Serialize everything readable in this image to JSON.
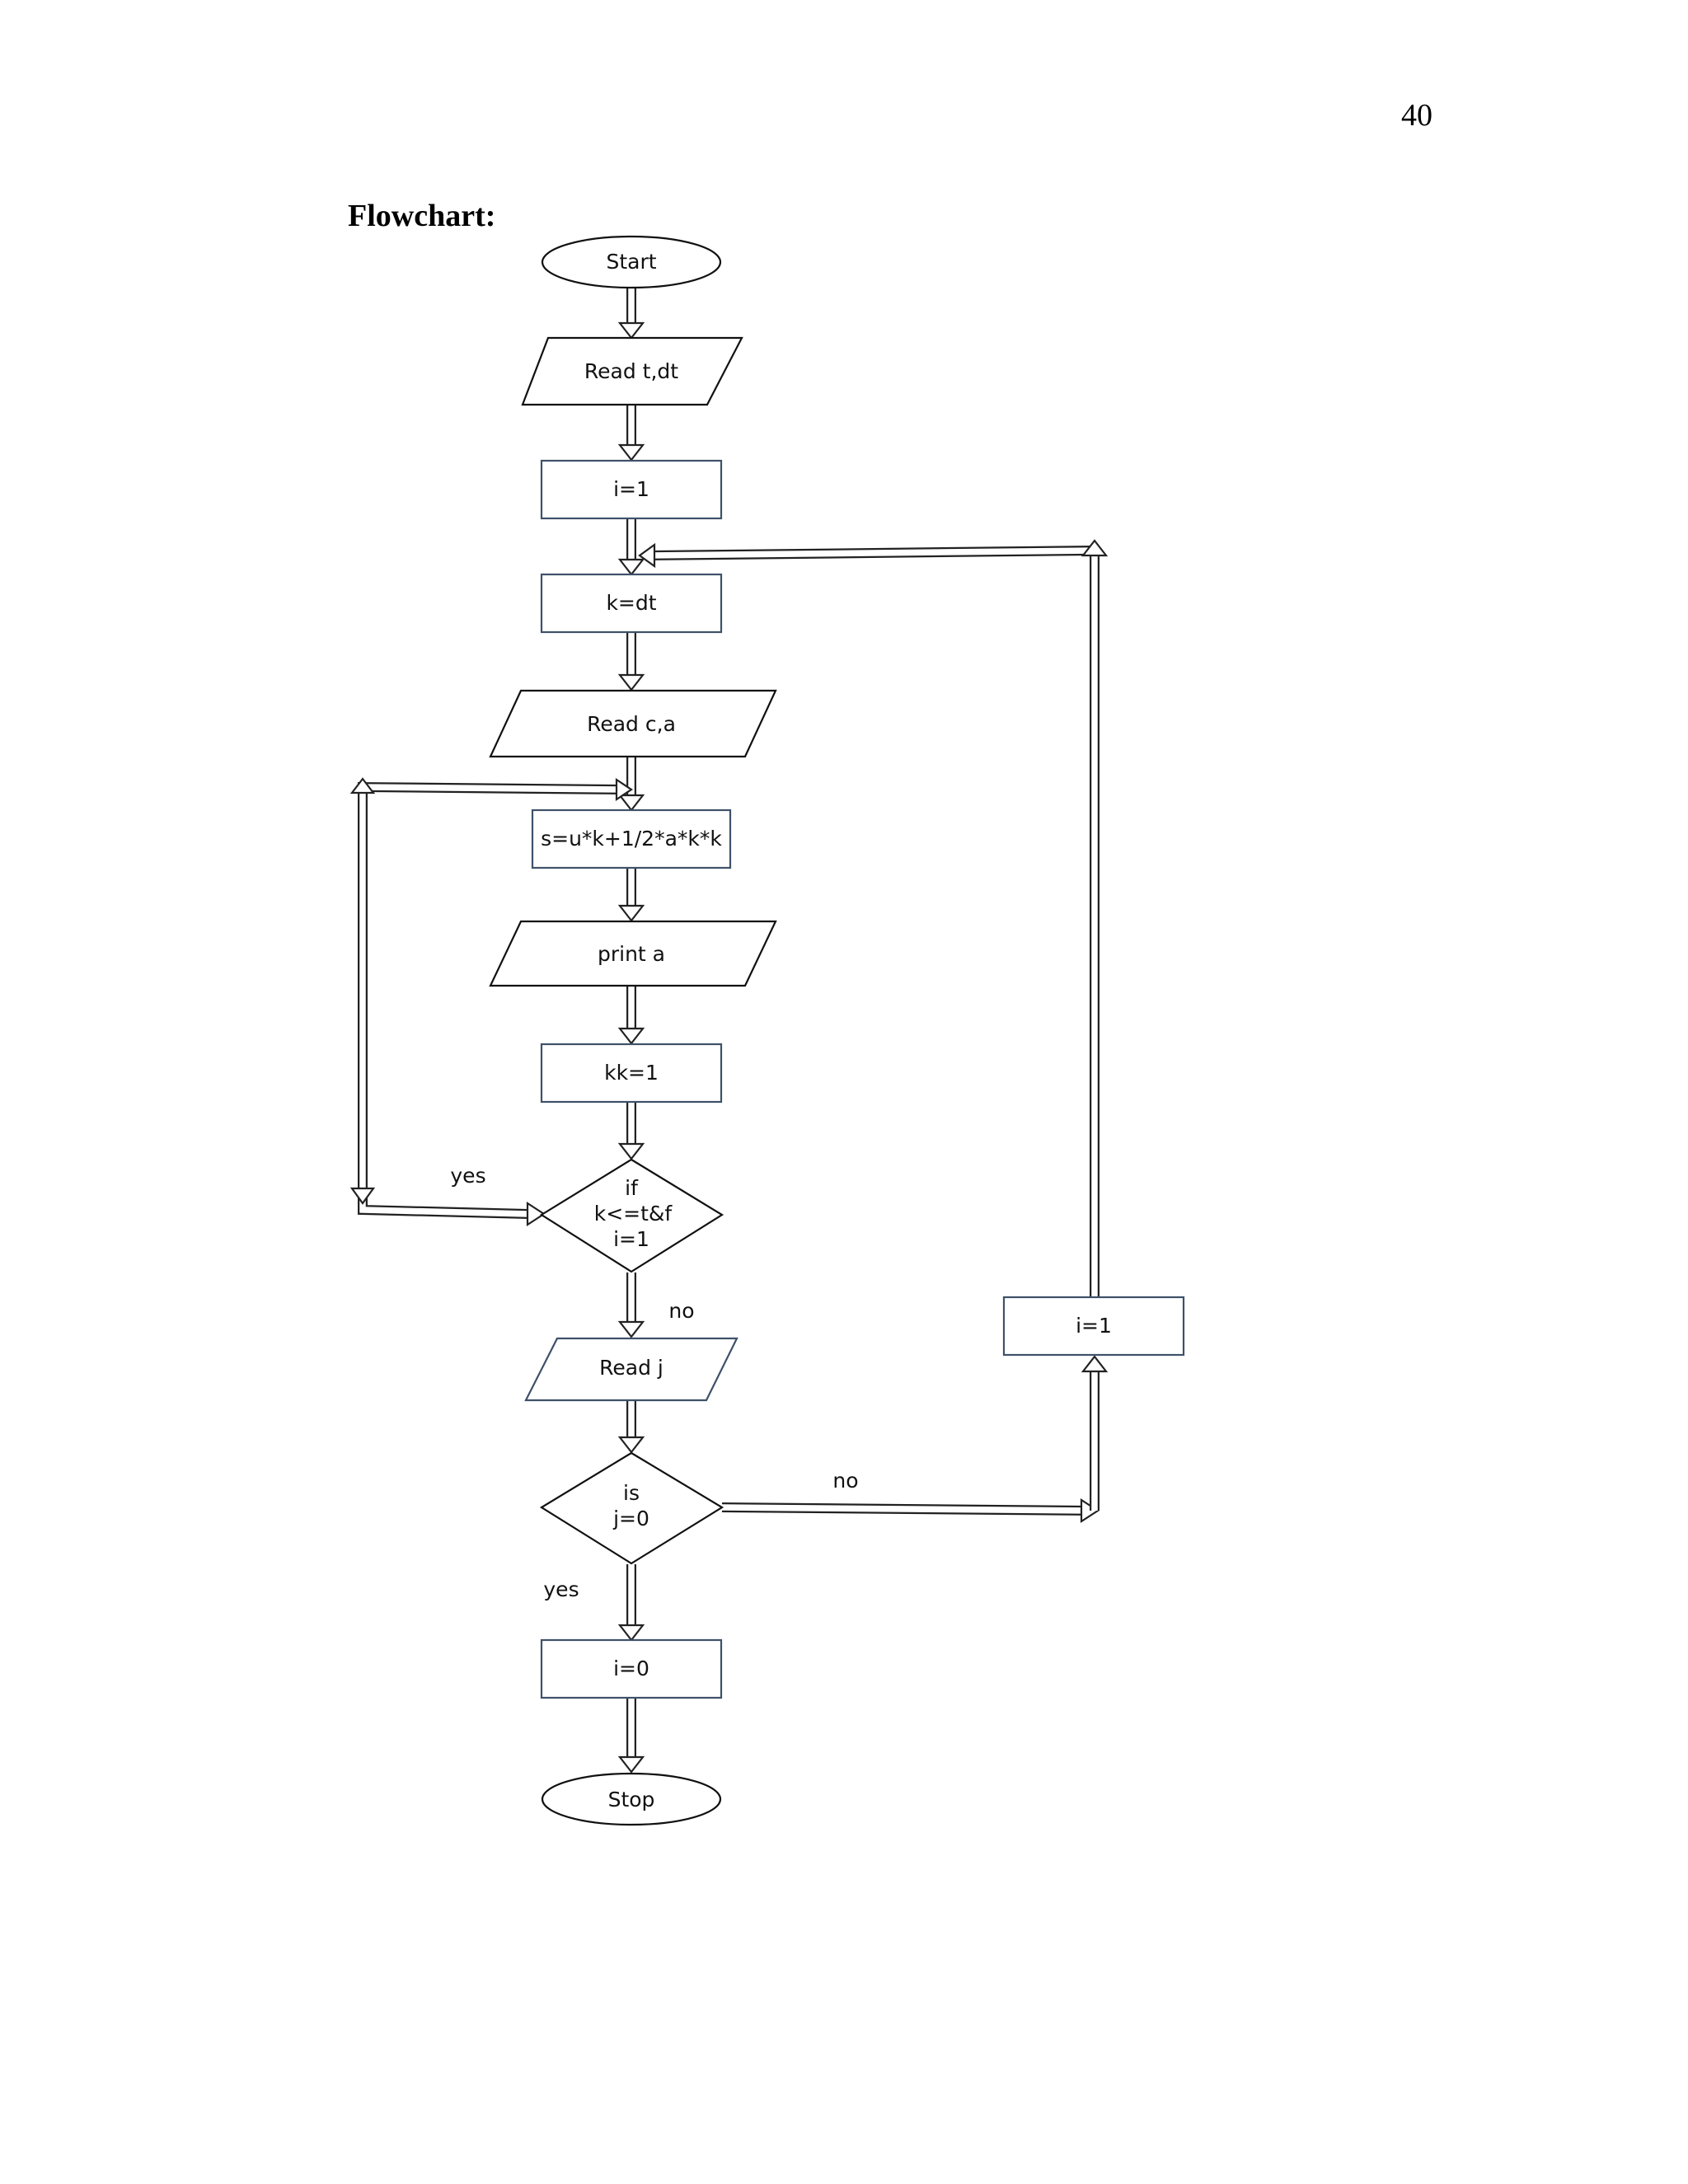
{
  "page": {
    "number": "40",
    "heading": "Flowchart:"
  },
  "flowchart": {
    "nodes": {
      "start": "Start",
      "read_t_dt": "Read t,dt",
      "init_i": "i=1",
      "init_k": "k=dt",
      "read_c_a": "Read c,a",
      "compute_s": "s=u*k+1/2*a*k*k",
      "print_a": "print a",
      "set_kk": "kk=1",
      "decision_k": [
        "if",
        "k<=t&f",
        "i=1"
      ],
      "read_j": "Read j",
      "decision_j": [
        "is",
        "j=0"
      ],
      "set_i0": "i=0",
      "stop": "Stop",
      "set_i1_side": "i=1"
    },
    "edge_labels": {
      "loop_yes": "yes",
      "k_no": "no",
      "j_no": "no",
      "j_yes": "yes"
    }
  }
}
